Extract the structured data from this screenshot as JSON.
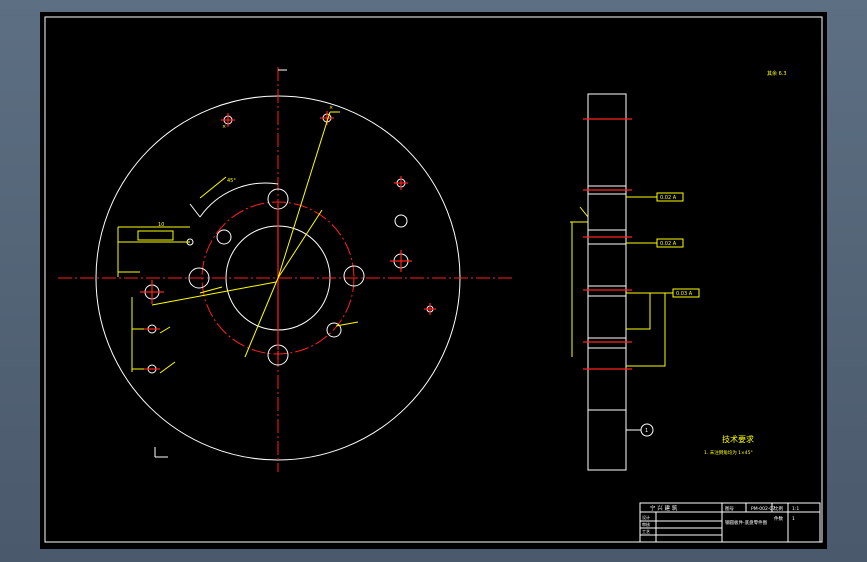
{
  "drawing": {
    "note": {
      "title": "技术要求",
      "line1": "1. 未注倒角均为 1×45°"
    },
    "roughness_label": "其余 6.3",
    "dimensions": {
      "slot_width": "10",
      "angle_label": "45°",
      "tol_1": "0.02 A",
      "tol_2": "0.02 A",
      "tol_3": "0.03 A",
      "callout_1": "1"
    }
  },
  "title_block": {
    "org": "宁 兴 建 筑",
    "part_name": "钢圆板件-底盘零件图",
    "part_code": "PM-002-07",
    "scale_label": "比例",
    "scale_value": "1:1",
    "sheet_label": "图号",
    "qty_label": "件数",
    "qty_value": "1",
    "rows": [
      "设计",
      "审核",
      "工艺"
    ]
  },
  "colors": {
    "paper": "#000000",
    "outline": "#ffffff",
    "annotation": "#ffff00",
    "center_line": "#ff2020"
  }
}
